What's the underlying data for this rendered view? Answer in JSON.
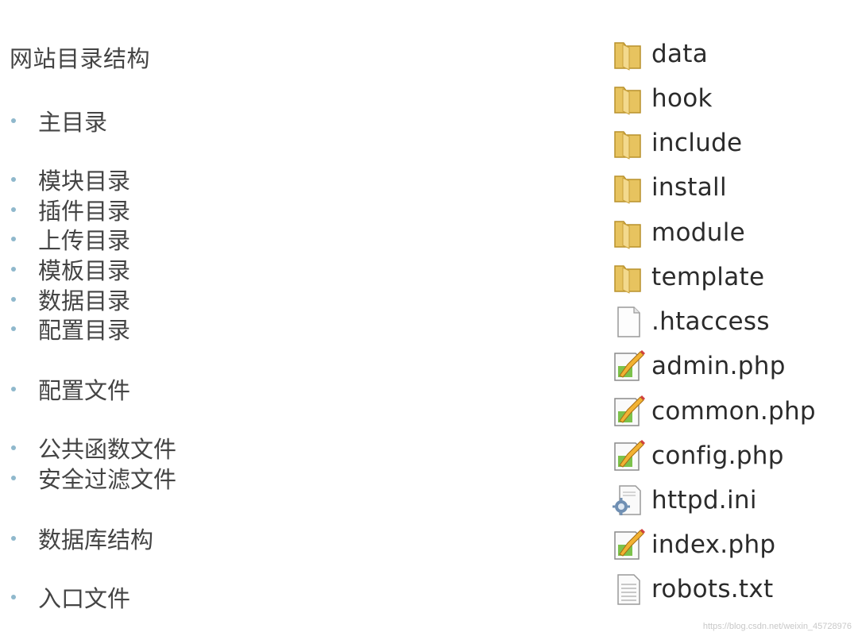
{
  "outline": {
    "title": "网站目录结构",
    "items": [
      "主目录",
      "模块目录",
      "插件目录",
      "上传目录",
      "模板目录",
      "数据目录",
      "配置目录",
      "配置文件",
      "公共函数文件",
      "安全过滤文件",
      "数据库结构",
      "入口文件"
    ]
  },
  "files": [
    {
      "name": "data",
      "icon": "folder-icon"
    },
    {
      "name": "hook",
      "icon": "folder-icon"
    },
    {
      "name": "include",
      "icon": "folder-icon"
    },
    {
      "name": "install",
      "icon": "folder-icon"
    },
    {
      "name": "module",
      "icon": "folder-icon"
    },
    {
      "name": "template",
      "icon": "folder-icon"
    },
    {
      "name": ".htaccess",
      "icon": "blank-file-icon"
    },
    {
      "name": "admin.php",
      "icon": "php-file-icon"
    },
    {
      "name": "common.php",
      "icon": "php-file-icon"
    },
    {
      "name": "config.php",
      "icon": "php-file-icon"
    },
    {
      "name": "httpd.ini",
      "icon": "ini-settings-file-icon"
    },
    {
      "name": "index.php",
      "icon": "php-file-icon"
    },
    {
      "name": "robots.txt",
      "icon": "text-file-icon"
    }
  ],
  "watermark": "https://blog.csdn.net/weixin_45728976"
}
